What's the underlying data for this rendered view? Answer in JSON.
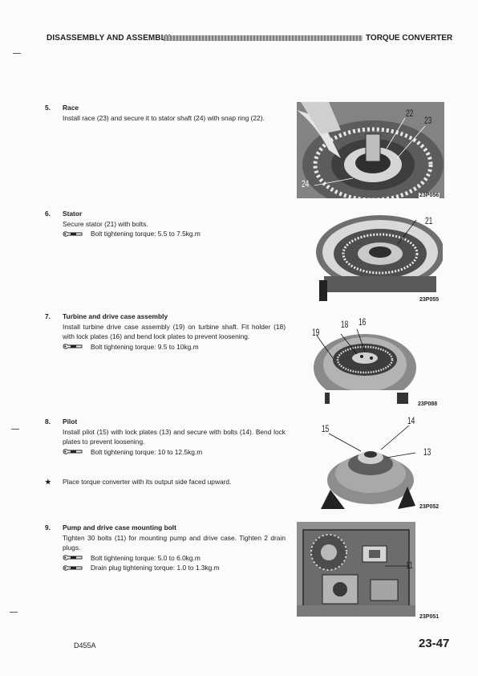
{
  "header": {
    "section": "DISASSEMBLY AND ASSEMBLY",
    "topic": "TORQUE CONVERTER"
  },
  "steps": [
    {
      "number": "5.",
      "title": "Race",
      "text": "Install race (23) and secure it to stator shaft (24) with snap ring (22).",
      "torques": [],
      "figure": {
        "code": "23P056",
        "callouts": [
          "22",
          "23",
          "24"
        ]
      }
    },
    {
      "number": "6.",
      "title": "Stator",
      "text": "Secure stator (21) with bolts.",
      "torques": [
        "Bolt tightening torque: 5.5 to 7.5kg.m"
      ],
      "figure": {
        "code": "23P055",
        "callouts": [
          "21"
        ]
      }
    },
    {
      "number": "7.",
      "title": "Turbine and drive case assembly",
      "text": "Install turbine drive case assembly (19) on turbine shaft. Fit holder (18) with lock plates (16) and bend lock plates to prevent loosening.",
      "torques": [
        "Bolt tightening torque: 9.5 to 10kg.m"
      ],
      "figure": {
        "code": "23P088",
        "callouts": [
          "18",
          "16",
          "19"
        ]
      }
    },
    {
      "number": "8.",
      "title": "Pilot",
      "text": "Install pilot (15) with lock plates (13) and secure with bolts (14). Bend lock plates to prevent loosening.",
      "torques": [
        "Bolt tightening torque: 10 to 12.5kg.m"
      ],
      "figure": {
        "code": "23P052",
        "callouts": [
          "14",
          "15",
          "13"
        ]
      }
    },
    {
      "number": "9.",
      "title": "Pump and drive case mounting bolt",
      "text": "Tighten 30 bolts (11) for mounting pump and drive case. Tighten 2 drain plugs.",
      "torques": [
        "Bolt tightening torque: 5.0 to 6.0kg.m",
        "Drain plug tightening torque: 1.0 to 1.3kg.m"
      ],
      "figure": {
        "code": "23P051",
        "callouts": [
          "11"
        ]
      }
    }
  ],
  "note": {
    "symbol": "★",
    "text": "Place torque converter with its output side faced upward."
  },
  "footer": {
    "model": "D455A",
    "page": "23-47"
  },
  "icons": {
    "torque": "torque-wrench-icon"
  }
}
